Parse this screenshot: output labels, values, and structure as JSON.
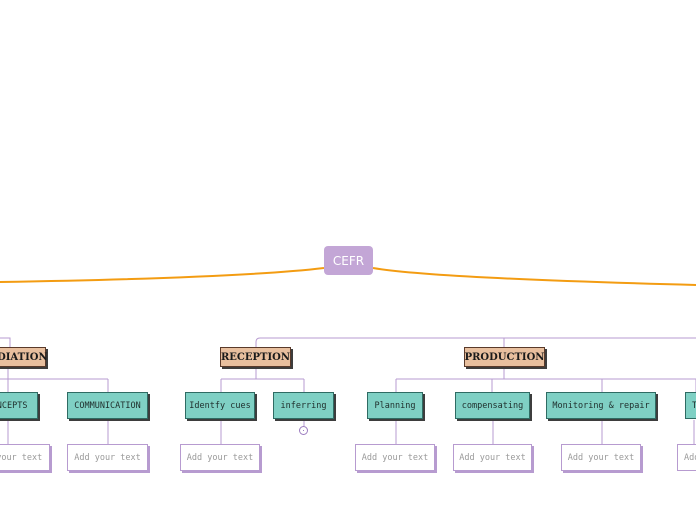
{
  "root": {
    "label": "CEFR"
  },
  "categories": [
    {
      "label": "MEDIATION"
    },
    {
      "label": "RECEPTION"
    },
    {
      "label": "PRODUCTION"
    }
  ],
  "subtopics": [
    {
      "label": "CONCEPTS"
    },
    {
      "label": "COMMUNICATION"
    },
    {
      "label": "Identfy cues"
    },
    {
      "label": "inferring"
    },
    {
      "label": "Planning"
    },
    {
      "label": "compensating"
    },
    {
      "label": "Monitoring & repair"
    },
    {
      "label": "T"
    }
  ],
  "leaves": [
    {
      "label": "Add your text"
    },
    {
      "label": "Add your text"
    },
    {
      "label": "Add your text"
    },
    {
      "label": "Add your text"
    },
    {
      "label": "Add your text"
    },
    {
      "label": "Add your text"
    },
    {
      "label": "Add your text"
    }
  ],
  "colors": {
    "root_fill": "#c3a6d6",
    "main_connector": "#f39c12",
    "category_fill": "#e8bf9e",
    "subtopic_fill": "#7fd0c4",
    "leaf_border": "#b79bd0",
    "tree_line": "#b79bd0"
  }
}
